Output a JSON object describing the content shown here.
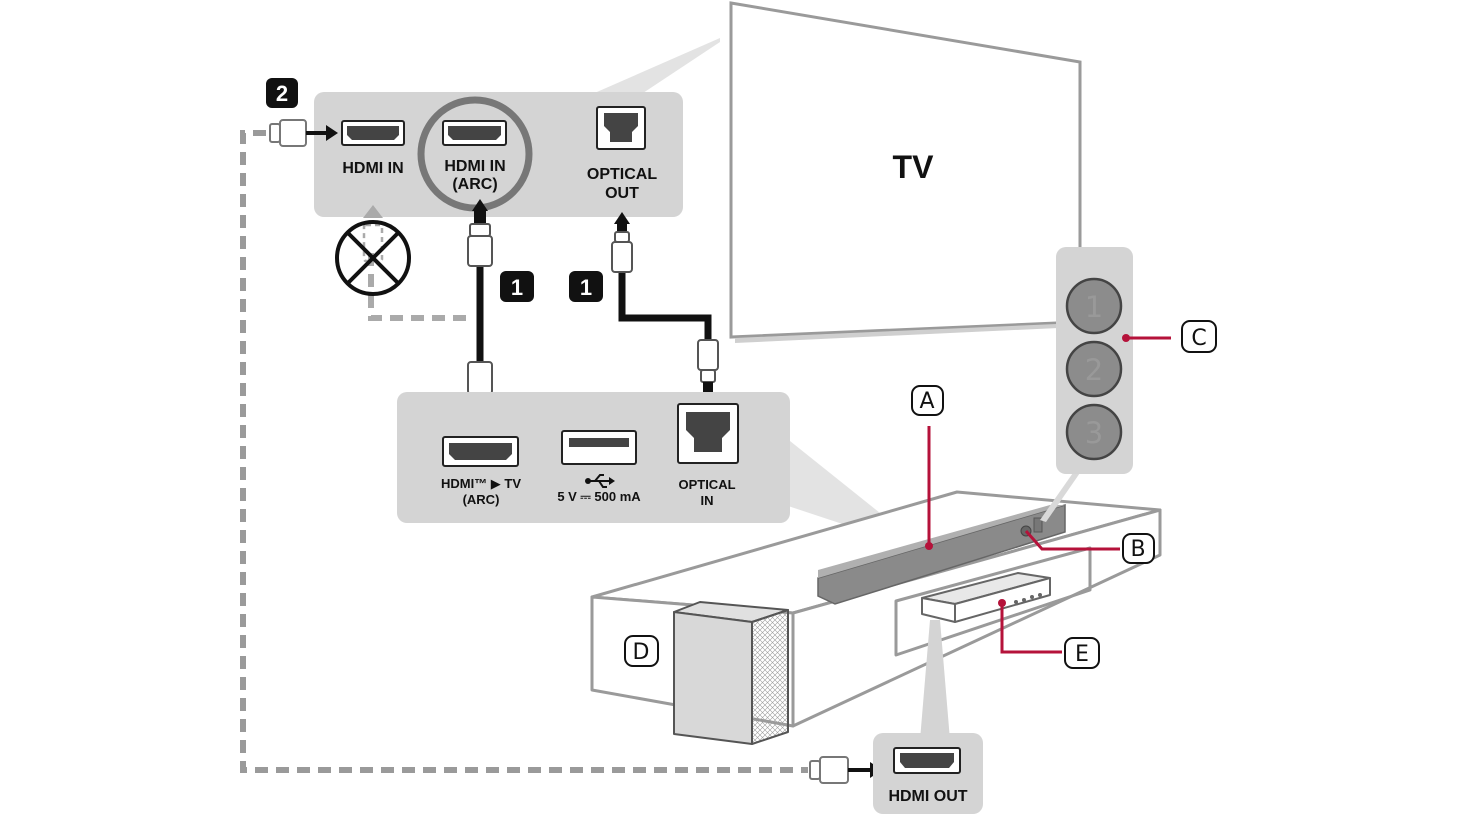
{
  "tv": {
    "label": "TV"
  },
  "steps": {
    "step1": "1",
    "step2": "2"
  },
  "tv_panel": {
    "hdmi_in": "HDMI IN",
    "hdmi_in_arc_line1": "HDMI IN",
    "hdmi_in_arc_line2": "(ARC)",
    "optical_out_line1": "OPTICAL",
    "optical_out_line2": "OUT"
  },
  "soundbar_panel": {
    "hdmi_tv_line1": "HDMI™ ▶ TV",
    "hdmi_tv_line2": "(ARC)",
    "usb_power": "5 V ⎓ 500 mA",
    "optical_in_line1": "OPTICAL",
    "optical_in_line2": "IN"
  },
  "device": {
    "hdmi_out": "HDMI OUT"
  },
  "buttons": [
    "1",
    "2",
    "3"
  ],
  "callouts": {
    "a": "A",
    "b": "B",
    "c": "C",
    "d": "D",
    "e": "E"
  },
  "colors": {
    "leader": "#b5123a",
    "panel": "#d4d4d4",
    "cable": "#111111",
    "dashed": "#9a9a9a",
    "outline": "#8a8a8a"
  }
}
